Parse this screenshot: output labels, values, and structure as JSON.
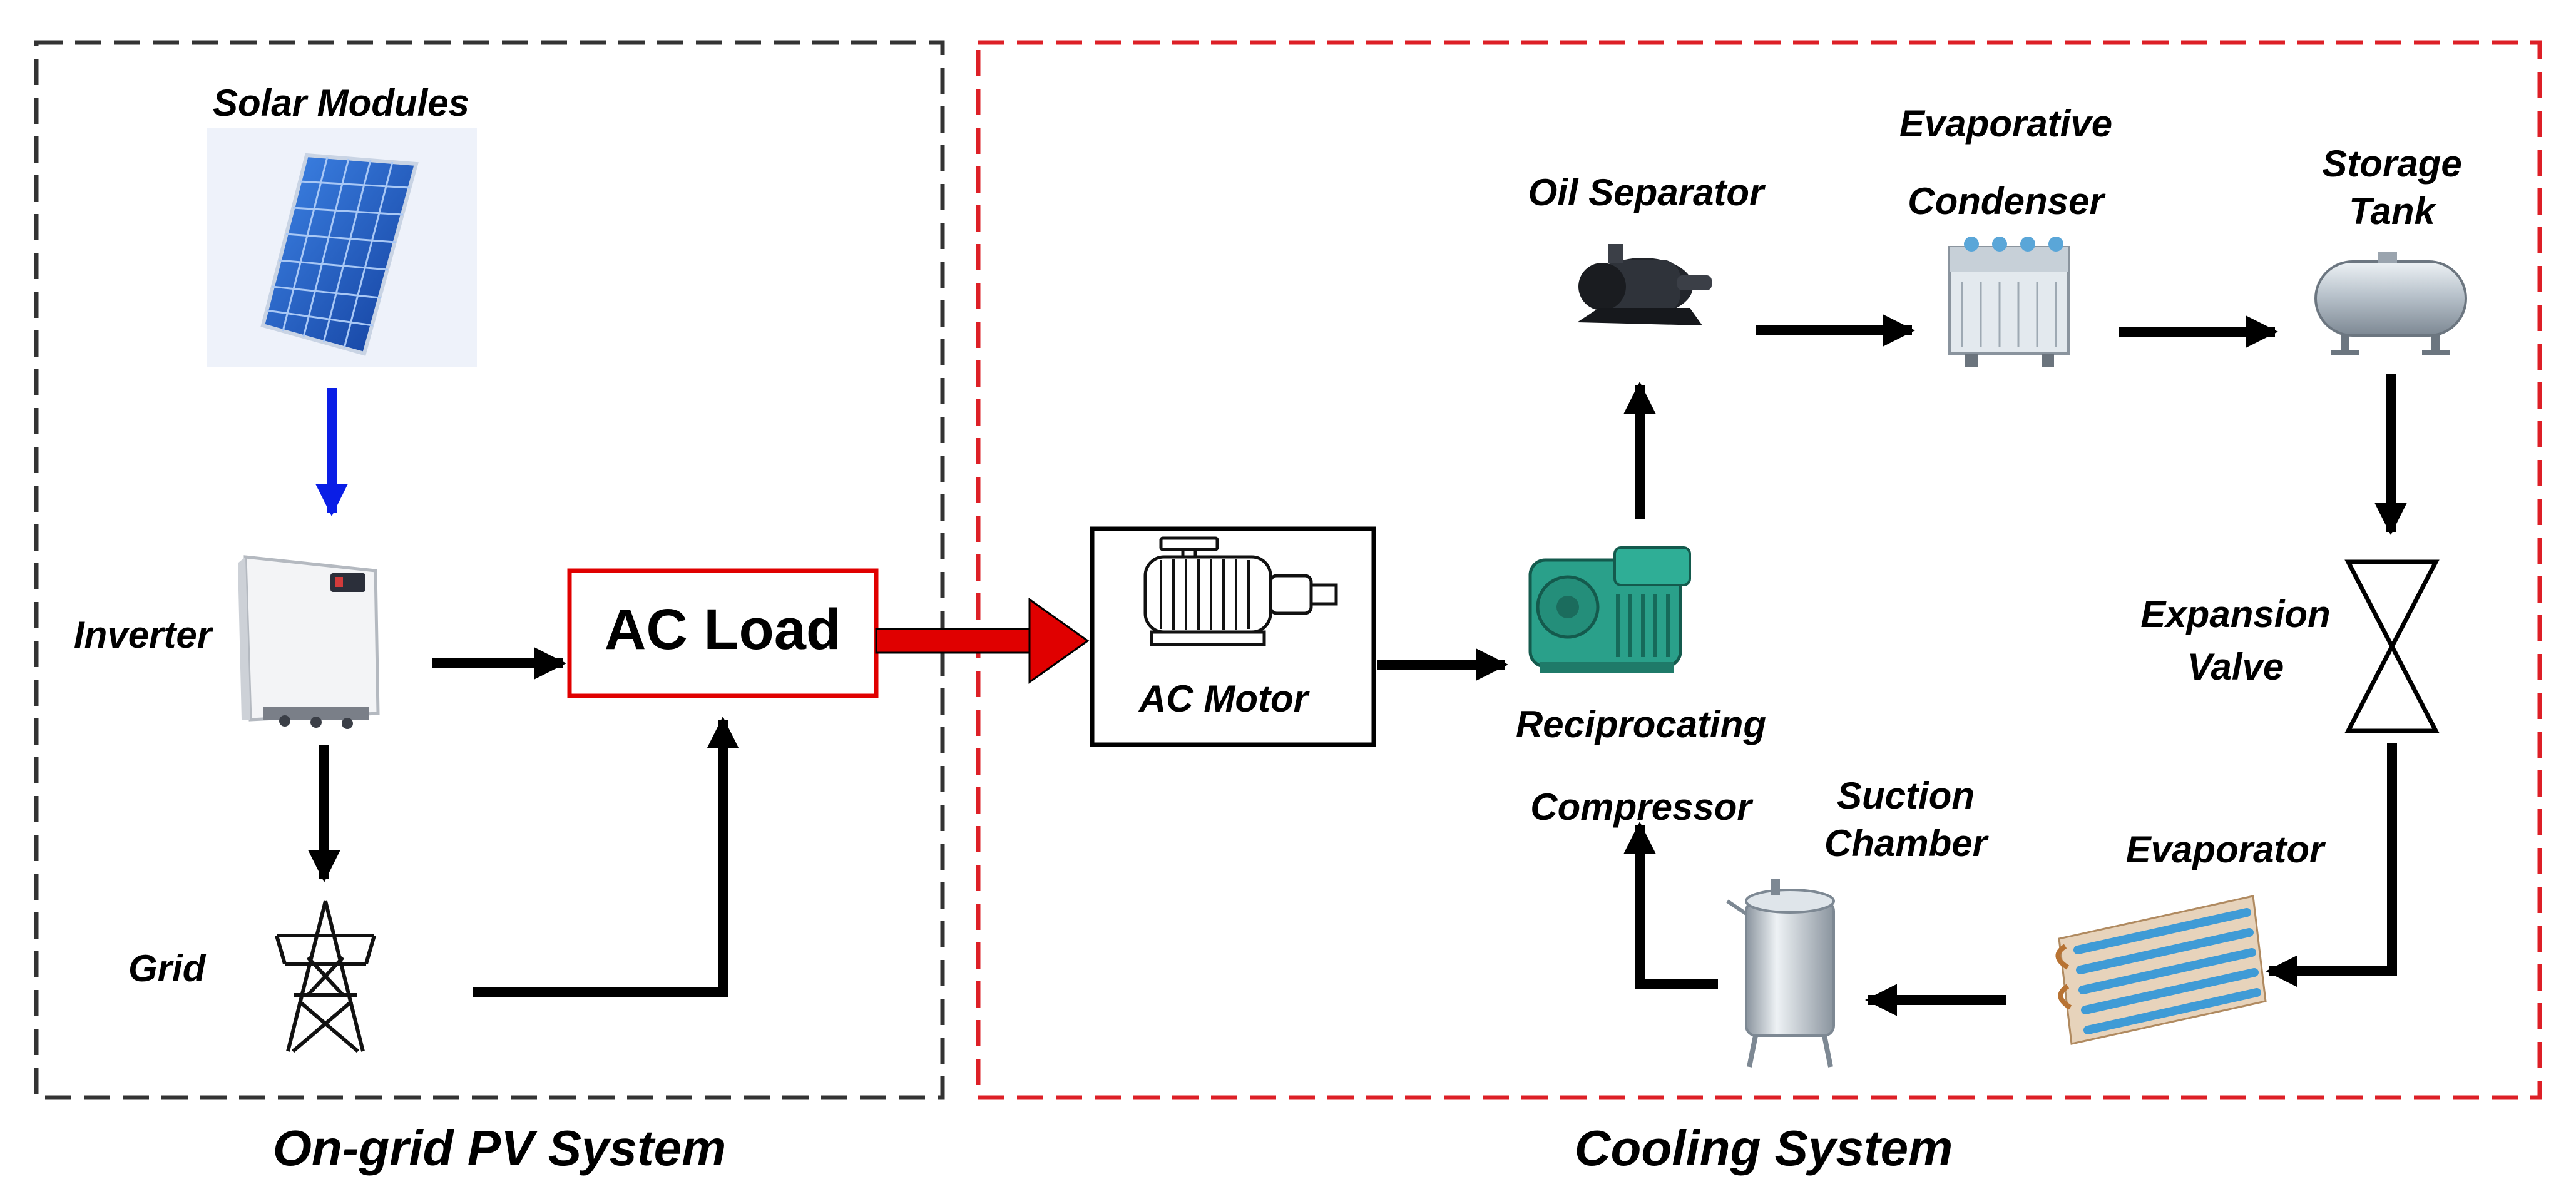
{
  "sections": {
    "pv_title": "On-grid PV System",
    "cooling_title": "Cooling System"
  },
  "labels": {
    "solar_modules": "Solar Modules",
    "inverter": "Inverter",
    "grid": "Grid",
    "ac_load": "AC Load",
    "ac_motor": "AC Motor",
    "reciprocating_line1": "Reciprocating",
    "reciprocating_line2": "Compressor",
    "oil_separator": "Oil Separator",
    "evap_condenser_line1": "Evaporative",
    "evap_condenser_line2": "Condenser",
    "storage_tank_line1": "Storage",
    "storage_tank_line2": "Tank",
    "expansion_valve_line1": "Expansion",
    "expansion_valve_line2": "Valve",
    "evaporator": "Evaporator",
    "suction_chamber_line1": "Suction",
    "suction_chamber_line2": "Chamber"
  },
  "colors": {
    "pv_border": "#333333",
    "cooling_border": "#dd1f26",
    "solar_arrow": "#0a1ee6",
    "power_arrow": "#e00000",
    "flow_arrow": "#000000",
    "solar_panel": "#1f5fc9",
    "compressor": "#2aa08a"
  },
  "icons": [
    "solar-panel-icon",
    "inverter-icon",
    "transmission-tower-icon",
    "ac-motor-icon",
    "compressor-icon",
    "oil-separator-icon",
    "evaporative-condenser-icon",
    "storage-tank-icon",
    "expansion-valve-icon",
    "evaporator-coil-icon",
    "suction-chamber-icon"
  ]
}
